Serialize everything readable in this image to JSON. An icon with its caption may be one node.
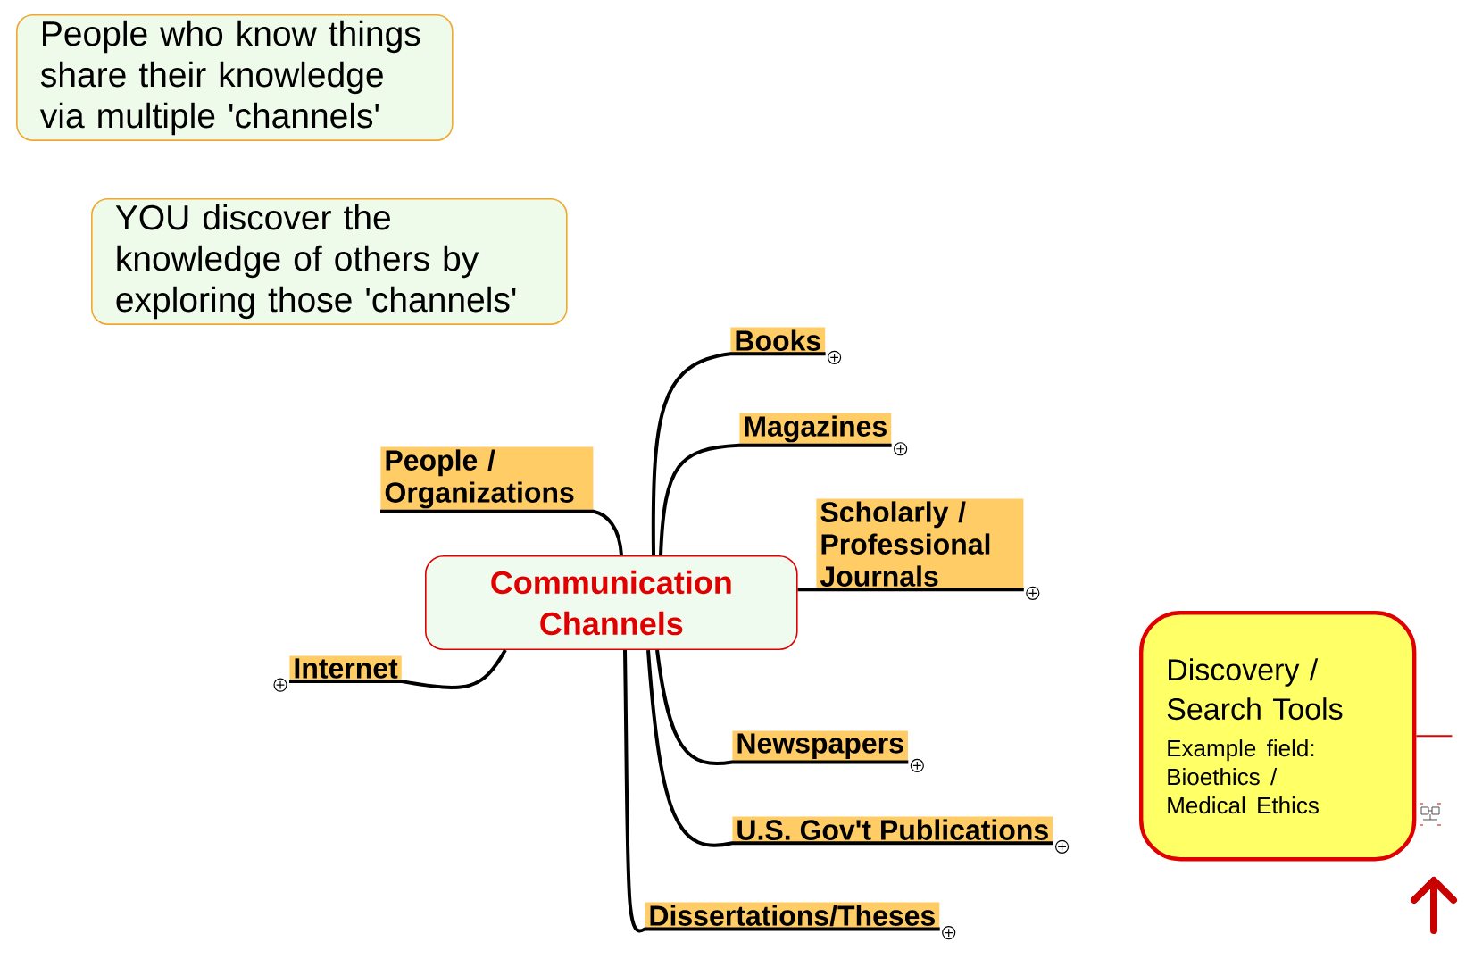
{
  "diagram": {
    "nodes": [
      {
        "text": [
          "People who know things share their knowledge via multiple 'channels'"
        ]
      },
      {
        "text": [
          "YOU discover the knowledge of others by exploring those 'channels'"
        ]
      },
      {
        "text": [
          "Communication Channels"
        ]
      },
      {
        "text": [
          "Books"
        ]
      },
      {
        "text": [
          "Magazines"
        ]
      },
      {
        "text": [
          "People / Organizations"
        ]
      },
      {
        "text": [
          "Scholarly / Professional Journals"
        ]
      },
      {
        "text": [
          "Internet"
        ]
      },
      {
        "text": [
          "Newspapers"
        ]
      },
      {
        "text": [
          "U.S. Gov't Publications"
        ]
      },
      {
        "text": [
          "Dissertations/Theses"
        ]
      },
      {
        "text": [
          "Discovery / Search Tools",
          "Example field: Bioethics / Medical Ethics"
        ]
      }
    ],
    "edges": [
      {
        "from": 2,
        "to": 3,
        "arrow": "none"
      },
      {
        "from": 2,
        "to": 4,
        "arrow": "none"
      },
      {
        "from": 2,
        "to": 5,
        "arrow": "none"
      },
      {
        "from": 2,
        "to": 6,
        "arrow": "none"
      },
      {
        "from": 2,
        "to": 7,
        "arrow": "none"
      },
      {
        "from": 2,
        "to": 8,
        "arrow": "none"
      },
      {
        "from": 2,
        "to": 9,
        "arrow": "none"
      },
      {
        "from": 2,
        "to": 10,
        "arrow": "none"
      },
      {
        "from": 11,
        "to": null,
        "arrow": "none",
        "color": "#e00000"
      }
    ]
  }
}
